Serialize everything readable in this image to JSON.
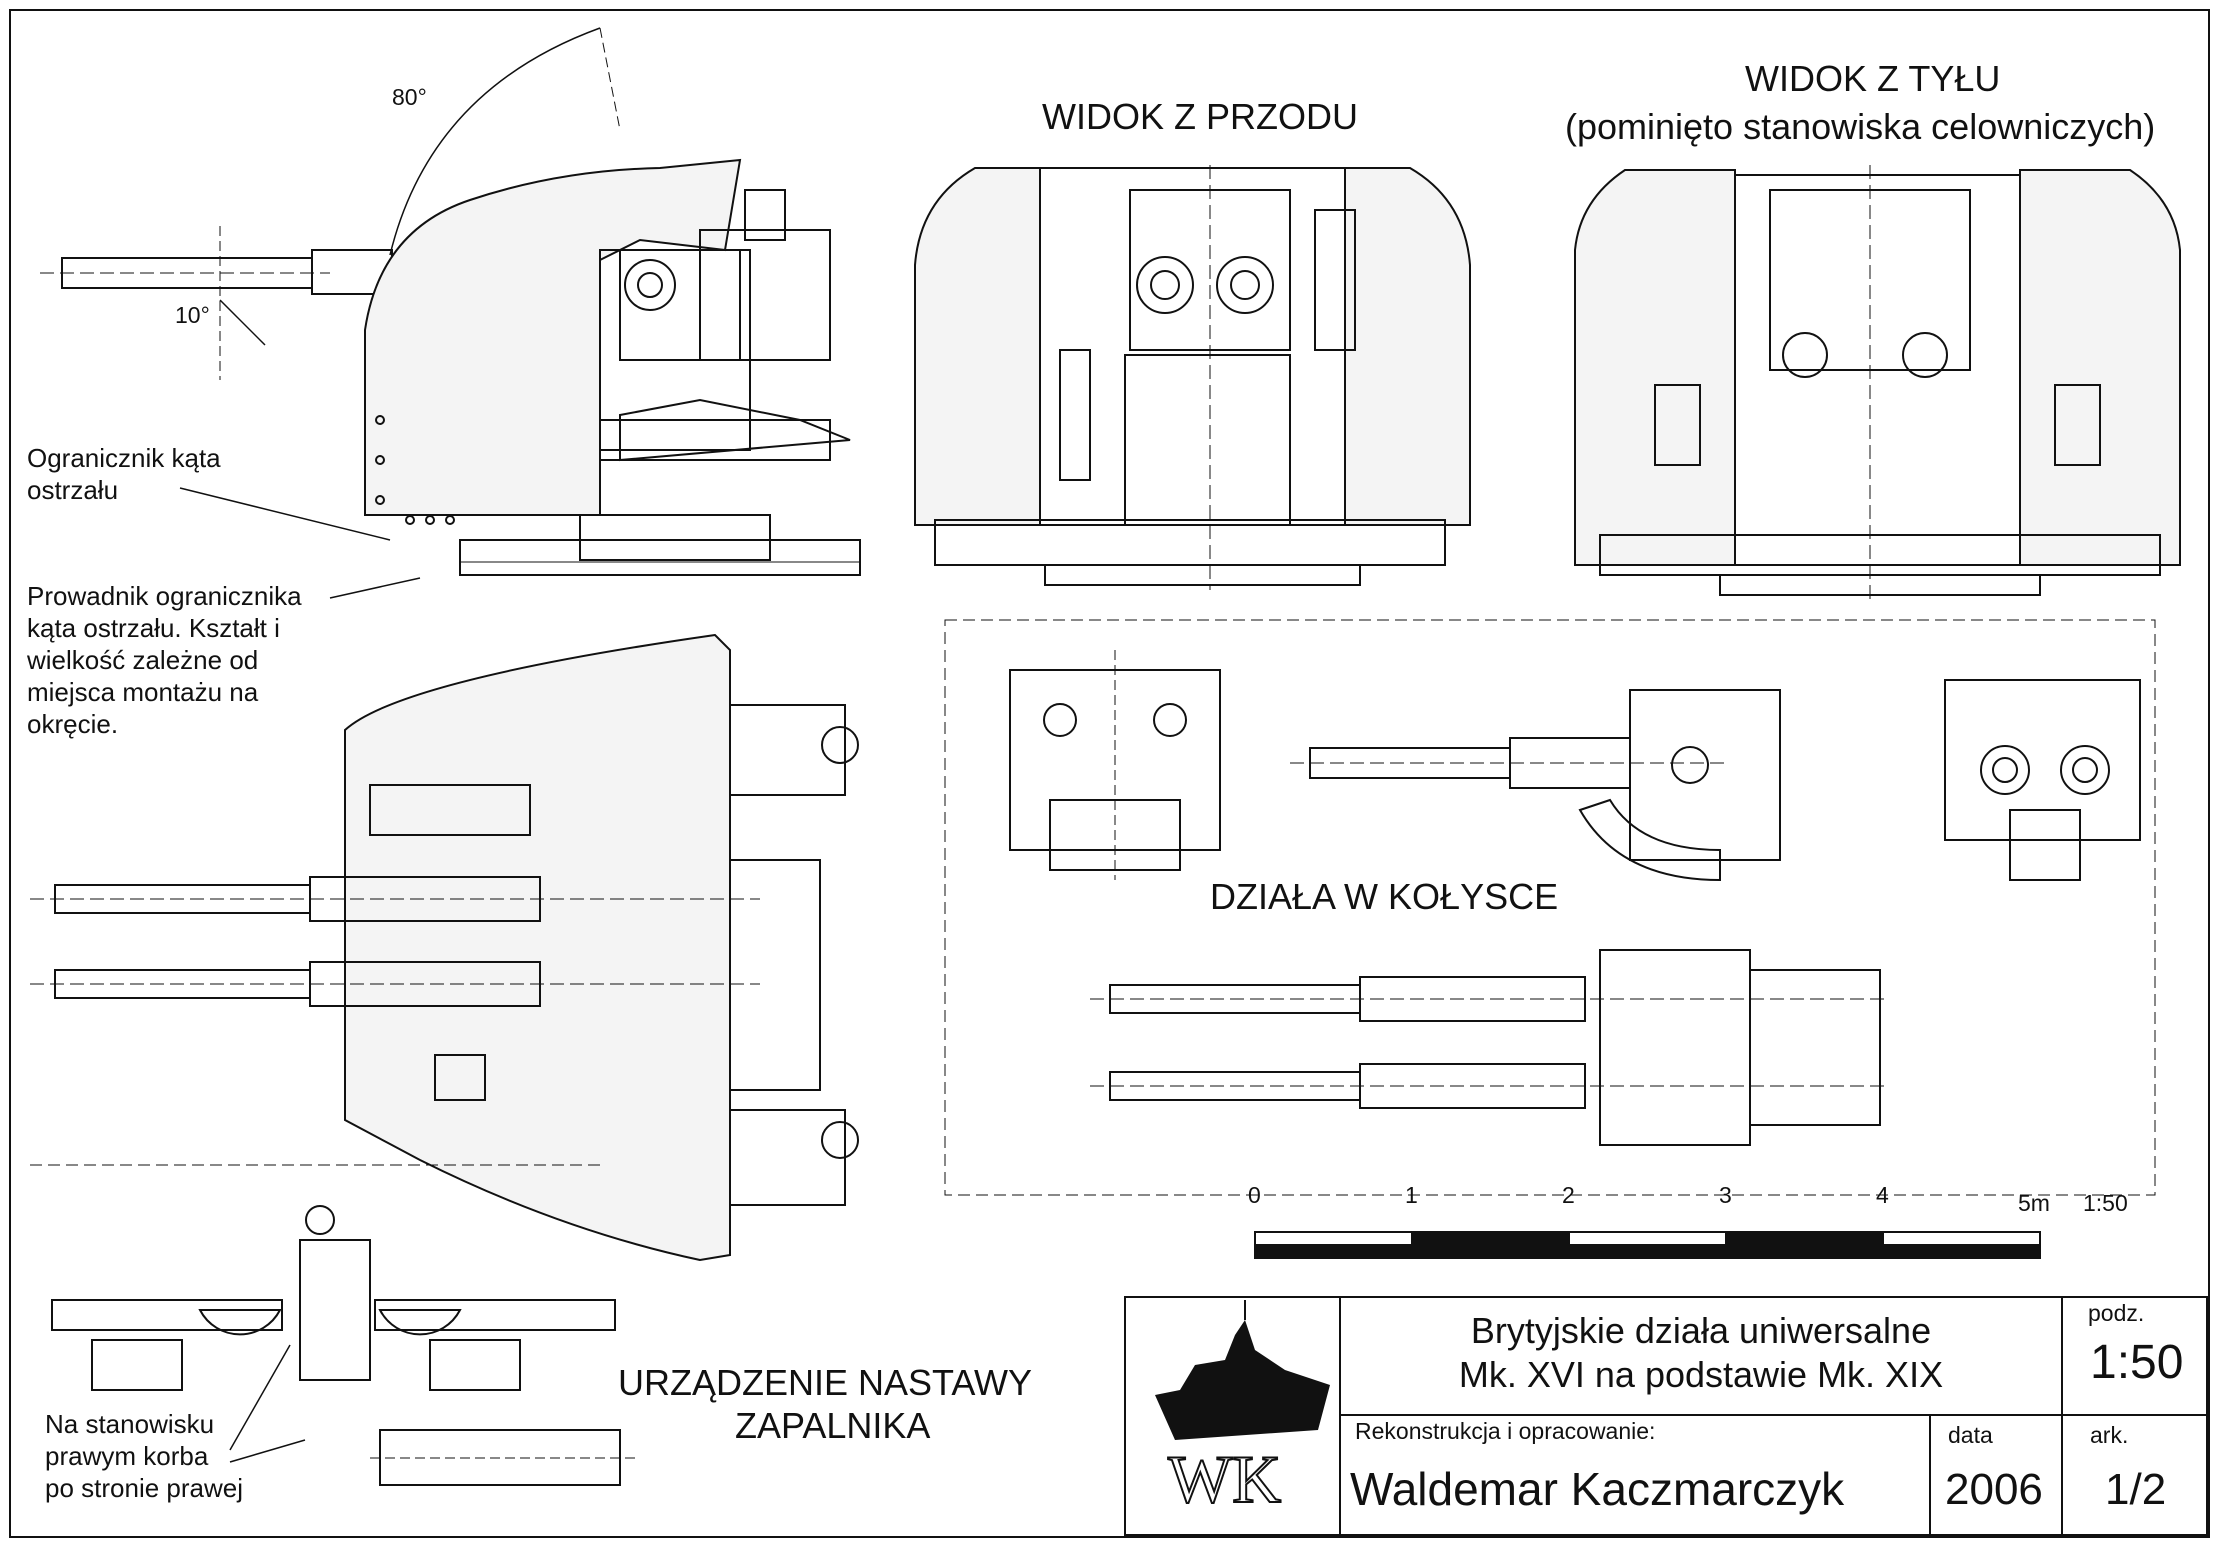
{
  "views": {
    "side": {
      "elevation_max": "80°",
      "depression": "10°"
    },
    "front": {
      "title": "WIDOK Z PRZODU"
    },
    "rear": {
      "title": "WIDOK Z TYŁU",
      "subtitle": "(pominięto stanowiska celowniczych)"
    },
    "cradle": {
      "title": "DZIAŁA W KOŁYSCE"
    },
    "fuze": {
      "title_line1": "URZĄDZENIE NASTAWY",
      "title_line2": "ZAPALNIKA"
    }
  },
  "notes": {
    "limiter": "Ogranicznik kąta\nostrzału",
    "guide": "Prowadnik ogranicznika\nkąta ostrzału. Kształt i\nwielkość zależne od\nmiejsca montażu na\nokręcie.",
    "crank": "Na stanowisku\nprawym korba\npo stronie prawej"
  },
  "scale_bar": {
    "ticks": [
      "0",
      "1",
      "2",
      "3",
      "4",
      "5m"
    ],
    "ratio": "1:50"
  },
  "title_block": {
    "title_line1": "Brytyjskie działa uniwersalne",
    "title_line2": "Mk. XVI na podstawie Mk. XIX",
    "author_label": "Rekonstrukcja i opracowanie:",
    "author": "Waldemar Kaczmarczyk",
    "date_label": "data",
    "date": "2006",
    "scale_label": "podz.",
    "scale": "1:50",
    "sheet_label": "ark.",
    "sheet": "1/2",
    "logo_text": "WK"
  },
  "colors": {
    "ink": "#111111",
    "paper": "#ffffff",
    "fill_grey": "#dddddd"
  }
}
